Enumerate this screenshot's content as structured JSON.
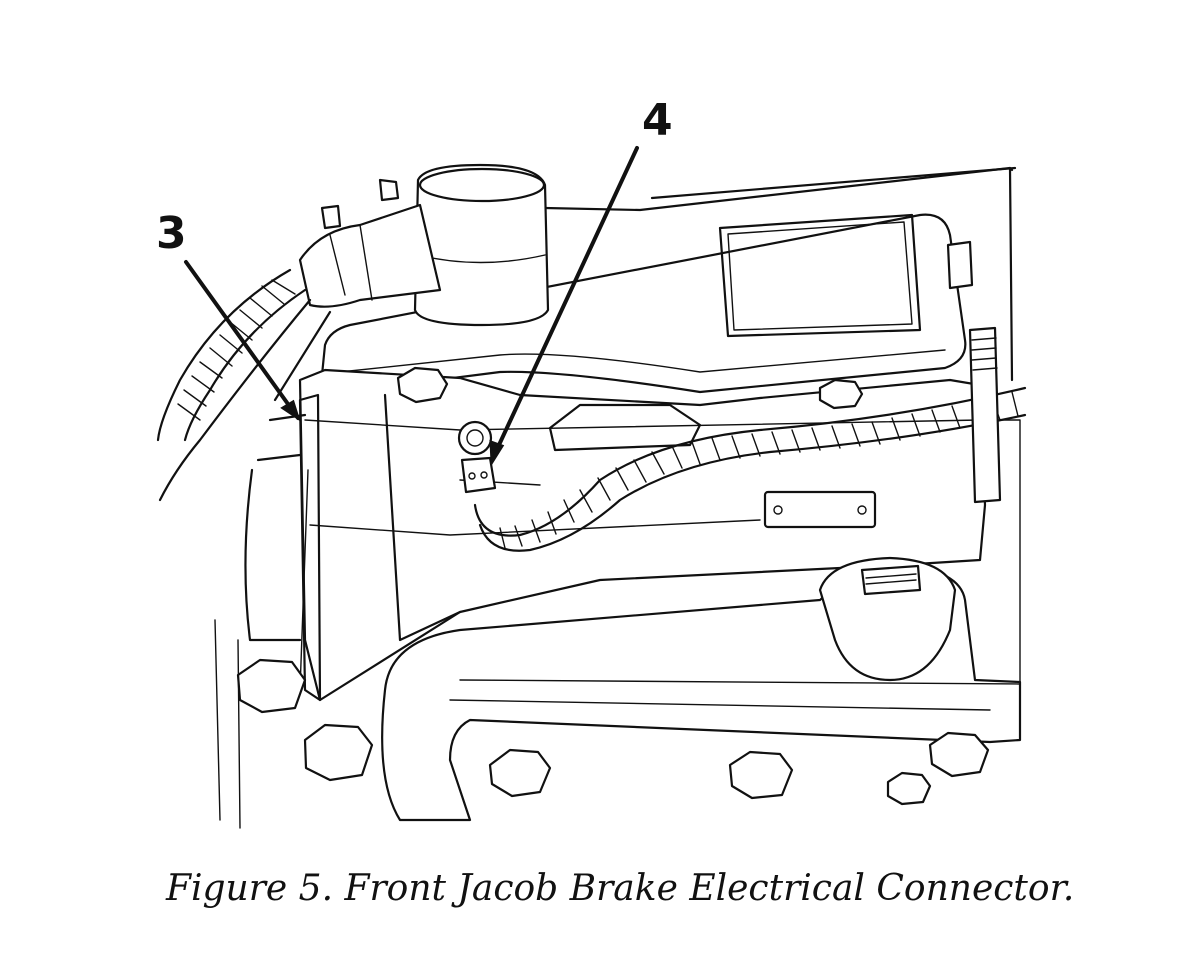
{
  "callouts": [
    {
      "id": "3",
      "label": "3"
    },
    {
      "id": "4",
      "label": "4"
    }
  ],
  "caption": "Figure 5.  Front Jacob Brake Electrical Connector.",
  "colors": {
    "ink": "#111111",
    "background": "#ffffff"
  }
}
